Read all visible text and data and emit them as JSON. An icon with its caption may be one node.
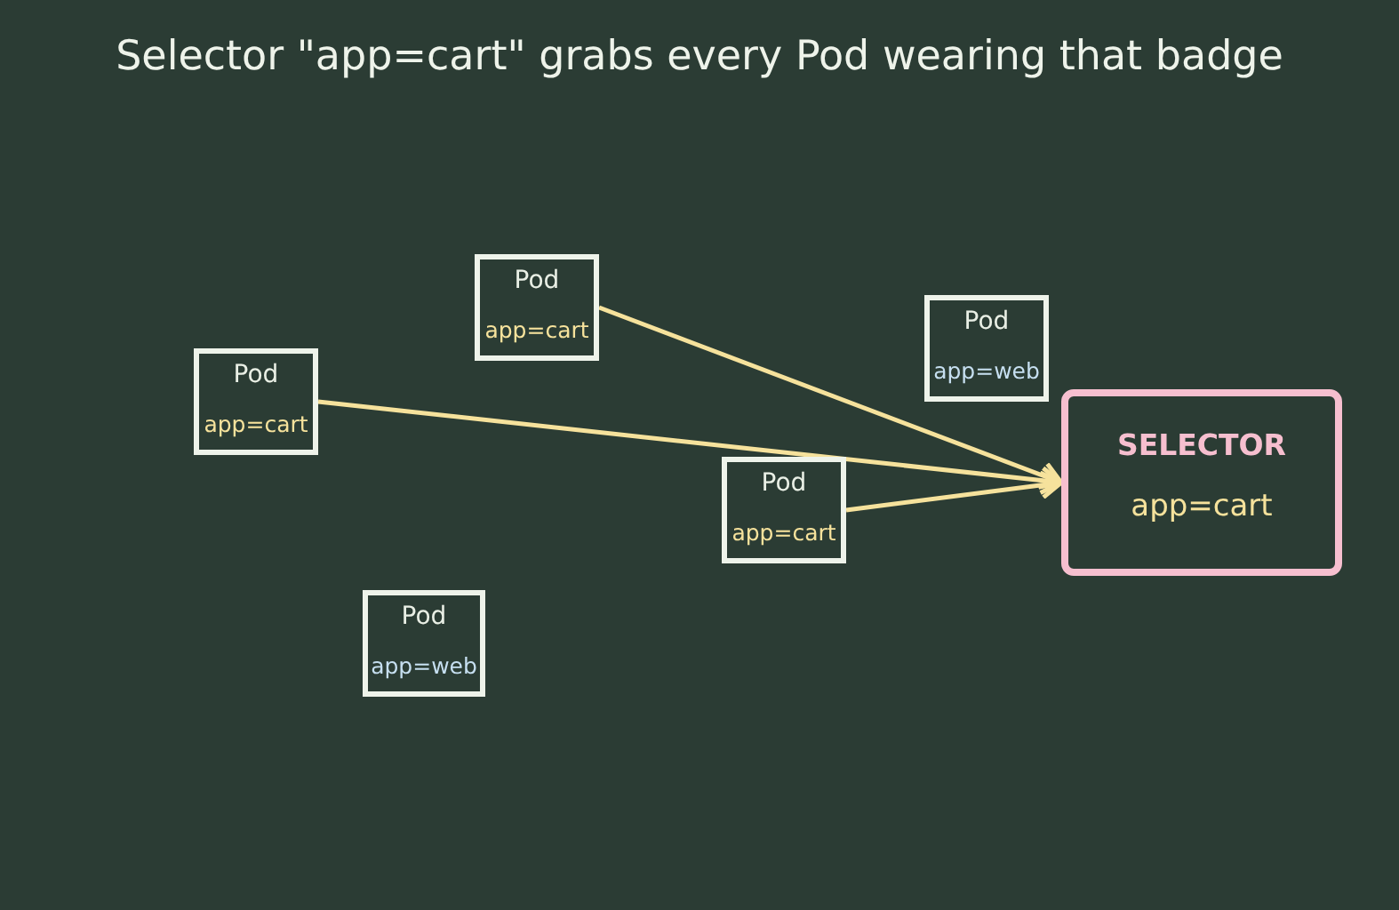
{
  "diagram": {
    "title": "Selector \"app=cart\" grabs every Pod wearing that badge",
    "nodes": [
      {
        "text": [
          "Pod",
          "app=cart"
        ]
      },
      {
        "text": [
          "Pod",
          "app=web"
        ]
      },
      {
        "text": [
          "Pod",
          "app=cart"
        ]
      },
      {
        "text": [
          "Pod",
          "app=cart"
        ]
      },
      {
        "text": [
          "Pod",
          "app=web"
        ]
      },
      {
        "text": [
          "SELECTOR",
          "app=cart"
        ]
      }
    ],
    "edges": [
      {
        "from": 0,
        "to": 5,
        "arrow": "to"
      },
      {
        "from": 2,
        "to": 5,
        "arrow": "to"
      },
      {
        "from": 3,
        "to": 5,
        "arrow": "to"
      }
    ]
  }
}
